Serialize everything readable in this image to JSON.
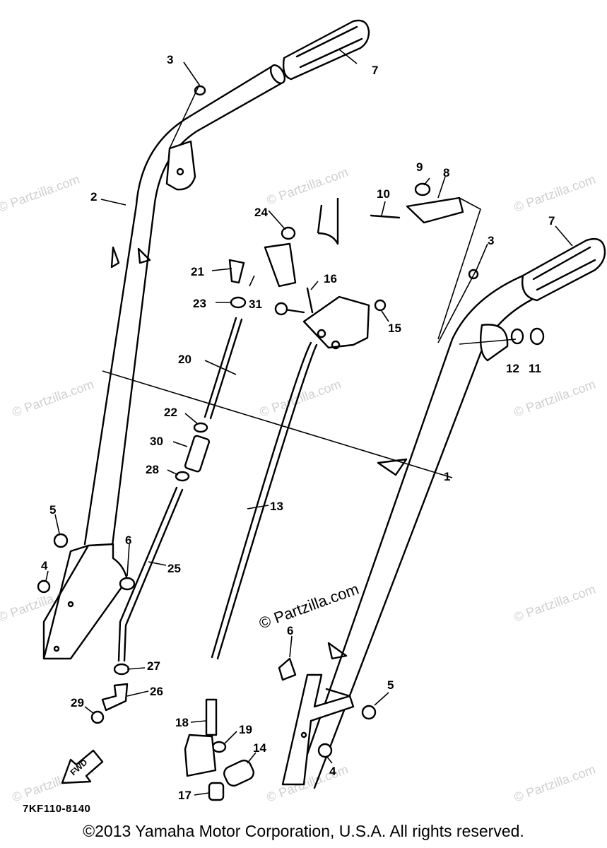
{
  "watermark": "© Partzilla.com",
  "drawing_code": "7KF110-8140",
  "direction_label": "FWD",
  "copyright": "©2013  Yamaha Motor Corporation, U.S.A. All rights reserved.",
  "callouts": {
    "c1": "1",
    "c2": "2",
    "c3a": "3",
    "c3b": "3",
    "c4a": "4",
    "c4b": "4",
    "c5a": "5",
    "c5b": "5",
    "c6a": "6",
    "c6b": "6",
    "c7a": "7",
    "c7b": "7",
    "c8": "8",
    "c9": "9",
    "c10": "10",
    "c11": "11",
    "c12": "12",
    "c13": "13",
    "c14": "14",
    "c15": "15",
    "c16": "16",
    "c17": "17",
    "c18": "18",
    "c19": "19",
    "c20": "20",
    "c21": "21",
    "c22": "22",
    "c23": "23",
    "c24": "24",
    "c25": "25",
    "c26": "26",
    "c27": "27",
    "c28": "28",
    "c29": "29",
    "c30": "30",
    "c31": "31"
  }
}
